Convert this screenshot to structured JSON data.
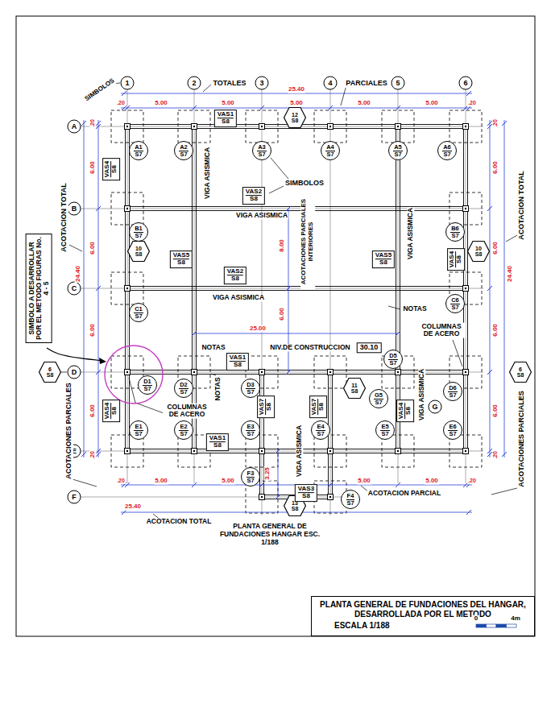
{
  "diagram": {
    "caption": "PLANTA GENERAL DE FUNDACIONES HANGAR ESC. 1/188",
    "nodes": [
      {
        "text": [
          "1"
        ]
      },
      {
        "text": [
          "2"
        ]
      },
      {
        "text": [
          "3"
        ]
      },
      {
        "text": [
          "4"
        ]
      },
      {
        "text": [
          "5"
        ]
      },
      {
        "text": [
          "6"
        ]
      },
      {
        "text": [
          "A"
        ]
      },
      {
        "text": [
          "B"
        ]
      },
      {
        "text": [
          "C"
        ]
      },
      {
        "text": [
          "D"
        ]
      },
      {
        "text": [
          "E"
        ]
      },
      {
        "text": [
          "F"
        ]
      },
      {
        "text": [
          "A1",
          "S7"
        ]
      },
      {
        "text": [
          "A2",
          "S7"
        ]
      },
      {
        "text": [
          "A3",
          "S7"
        ]
      },
      {
        "text": [
          "A4",
          "S7"
        ]
      },
      {
        "text": [
          "A5",
          "S7"
        ]
      },
      {
        "text": [
          "A6",
          "S7"
        ]
      },
      {
        "text": [
          "B1",
          "S7"
        ]
      },
      {
        "text": [
          "B6",
          "S7"
        ]
      },
      {
        "text": [
          "C1",
          "S7"
        ]
      },
      {
        "text": [
          "C6",
          "S7"
        ]
      },
      {
        "text": [
          "D1",
          "S7"
        ]
      },
      {
        "text": [
          "D2",
          "S7"
        ]
      },
      {
        "text": [
          "D3",
          "S7"
        ]
      },
      {
        "text": [
          "D5",
          "S7"
        ]
      },
      {
        "text": [
          "D6",
          "S7"
        ]
      },
      {
        "text": [
          "G5",
          "S7"
        ]
      },
      {
        "text": [
          "G"
        ]
      },
      {
        "text": [
          "E1",
          "S7"
        ]
      },
      {
        "text": [
          "E2",
          "S7"
        ]
      },
      {
        "text": [
          "E3",
          "S7"
        ]
      },
      {
        "text": [
          "E4",
          "S7"
        ]
      },
      {
        "text": [
          "E5",
          "S7"
        ]
      },
      {
        "text": [
          "E6",
          "S7"
        ]
      },
      {
        "text": [
          "F3",
          "S7"
        ]
      },
      {
        "text": [
          "F4",
          "S7"
        ]
      },
      {
        "text": [
          "12",
          "S8"
        ]
      },
      {
        "text": [
          "10",
          "S8"
        ]
      },
      {
        "text": [
          "10",
          "S8"
        ]
      },
      {
        "text": [
          "6",
          "S8"
        ]
      },
      {
        "text": [
          "6",
          "S8"
        ]
      },
      {
        "text": [
          "11",
          "S8"
        ]
      },
      {
        "text": [
          "13",
          "S8"
        ]
      },
      {
        "text": [
          "VAS1",
          "S8"
        ]
      },
      {
        "text": [
          "VAS4",
          "S8"
        ]
      },
      {
        "text": [
          "VAS2",
          "S8"
        ]
      },
      {
        "text": [
          "VAS5",
          "S8"
        ]
      },
      {
        "text": [
          "VAS2",
          "S8"
        ]
      },
      {
        "text": [
          "VAS5",
          "S8"
        ]
      },
      {
        "text": [
          "VAS4",
          "S8"
        ]
      },
      {
        "text": [
          "VAS1",
          "S8"
        ]
      },
      {
        "text": [
          "VAS4",
          "S8"
        ]
      },
      {
        "text": [
          "VAS7",
          "S8"
        ]
      },
      {
        "text": [
          "VAS7",
          "S8"
        ]
      },
      {
        "text": [
          "VAS4",
          "S8"
        ]
      },
      {
        "text": [
          "VAS1",
          "S8"
        ]
      },
      {
        "text": [
          "VAS3",
          "S8"
        ]
      },
      {
        "text": [
          "SIMBOLO A DESARROLLAR POR EL METODO FIGURAS No. 4 - 5"
        ]
      },
      {
        "text": [
          "30.10"
        ]
      },
      {
        "text": [
          "PLANTA GENERAL DE FUNDACIONES DEL HANGAR, DESARROLLADA POR EL METODO",
          "ESCALA 1/188"
        ]
      }
    ],
    "labels": [
      "SIMBOLOS",
      "TOTALES",
      "25.40",
      "PARCIALES",
      ".20",
      "5.00",
      "5.00",
      "5.00",
      "5.00",
      "5.00",
      ".20",
      "ACOTACION TOTAL",
      "24.40",
      ".20",
      "6.00",
      "6.00",
      "6.00",
      "6.00",
      ".20",
      "ACOTACIONES PARCIALES",
      "ACOTACION TOTAL",
      "24.40",
      ".20",
      "6.00",
      "6.00",
      "6.00",
      "6.00",
      ".20",
      "ACOTACIONES PARCIALES",
      "VIGA ASISMICA",
      "SIMBOLOS",
      "VIGA ASISMICA",
      "8.00",
      "ACOTACIONES PARCIALES INTERIORES",
      "VIGA ASISMICA",
      "VIGA ASISMICA",
      "6.00",
      "25.00",
      "NOTAS",
      "COLUMNAS DE ACERO",
      "NOTAS",
      "NIV.DE CONSTRUCCION",
      "COLUMNAS DE ACERO",
      "NOTAS",
      "VIGA ASISMICA",
      "3.25",
      "VIGA ASISMICA",
      ".20",
      "5.00",
      "5.00",
      "5.00",
      "5.00",
      ".20",
      "ACOTACION PARCIAL",
      "25.40",
      "ACOTACION TOTAL",
      "0",
      "4m"
    ]
  }
}
